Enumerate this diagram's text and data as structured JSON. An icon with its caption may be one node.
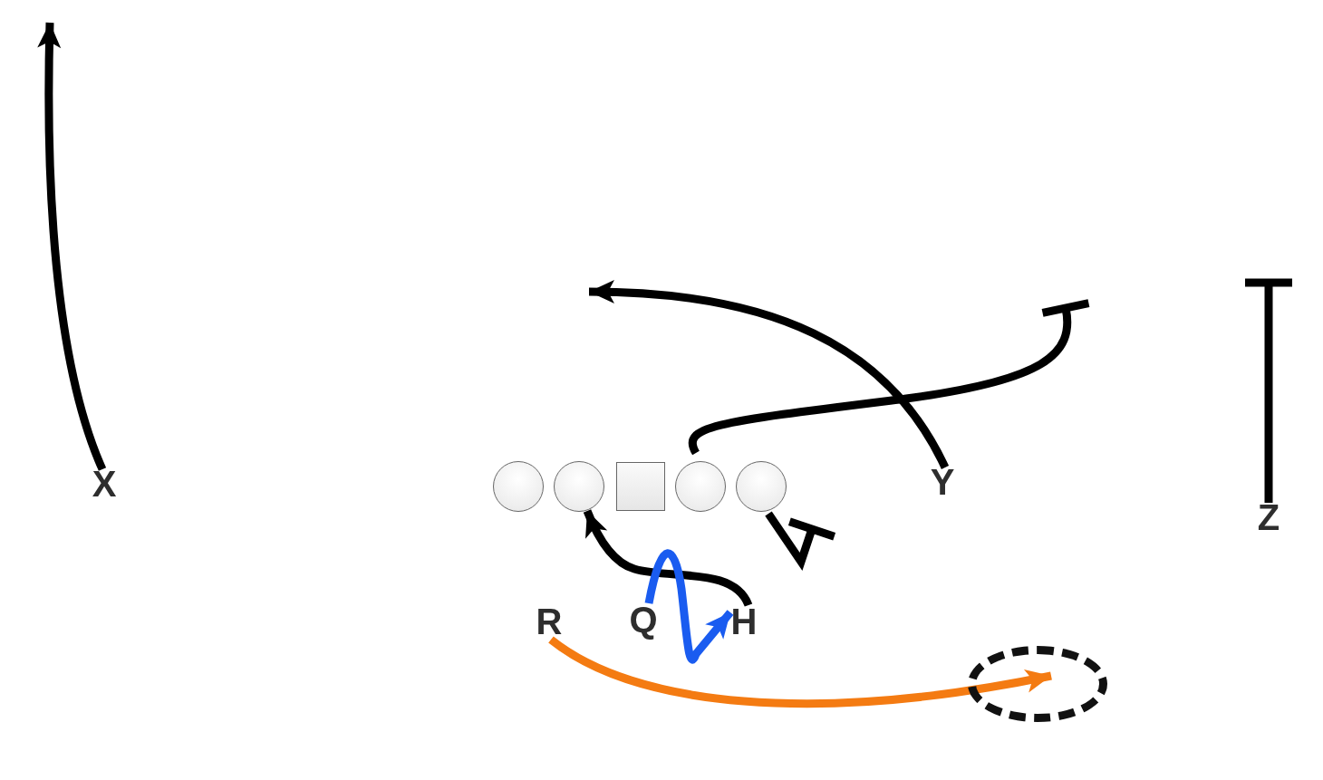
{
  "diagram": {
    "nodes": [
      {
        "text": [
          "X"
        ]
      },
      {
        "text": [],
        "shape": "circle"
      },
      {
        "text": [],
        "shape": "circle"
      },
      {
        "text": [],
        "shape": "box"
      },
      {
        "text": [],
        "shape": "circle"
      },
      {
        "text": [],
        "shape": "circle"
      },
      {
        "text": [
          "Y"
        ]
      },
      {
        "text": [
          "Z"
        ]
      },
      {
        "text": [
          "R"
        ]
      },
      {
        "text": [
          "Q"
        ]
      },
      {
        "text": [
          "H"
        ]
      },
      {
        "text": [],
        "shape": "ellipse"
      }
    ],
    "edges": [
      {
        "from": 0,
        "to": null,
        "arrow": "to"
      },
      {
        "from": 6,
        "to": null,
        "arrow": "to"
      },
      {
        "from": 4,
        "to": null,
        "arrow": "other"
      },
      {
        "from": 7,
        "to": null,
        "arrow": "other"
      },
      {
        "from": 5,
        "to": null,
        "arrow": "other"
      },
      {
        "from": 10,
        "to": 2,
        "arrow": "to"
      },
      {
        "from": 9,
        "to": 10,
        "arrow": "to",
        "color": "#1a5cf0"
      },
      {
        "from": 8,
        "to": 11,
        "arrow": "to",
        "color": "#f47b12"
      }
    ]
  }
}
